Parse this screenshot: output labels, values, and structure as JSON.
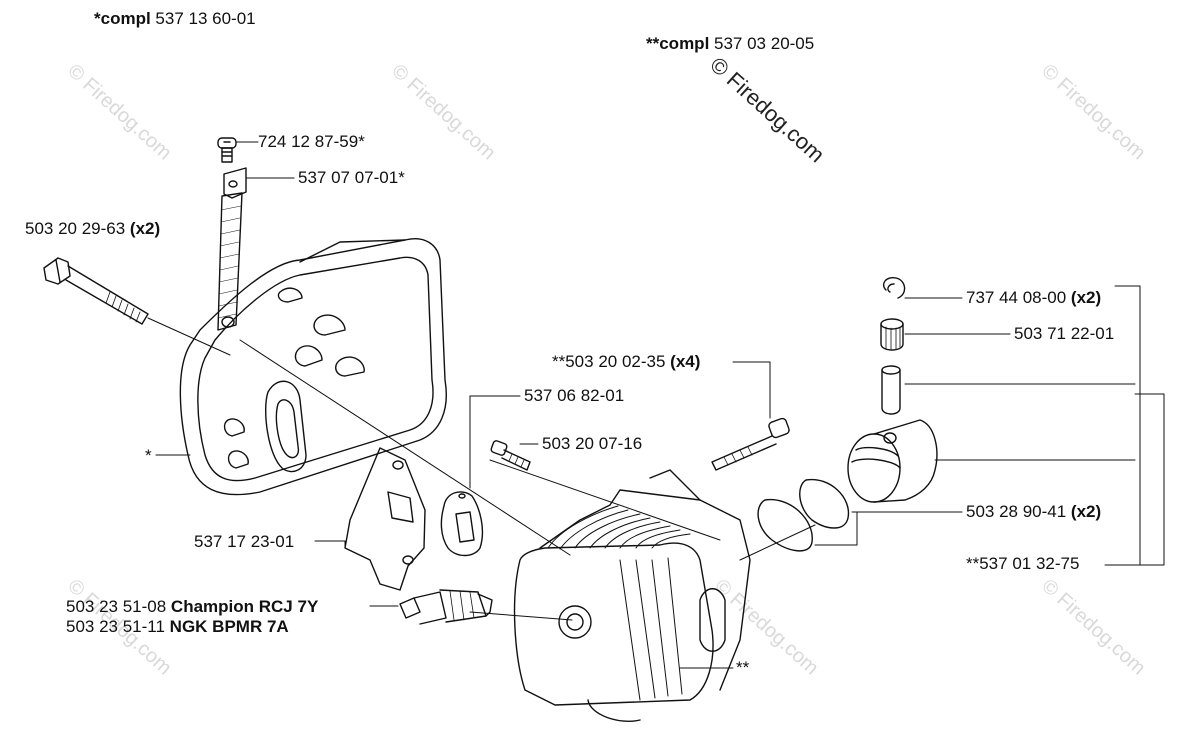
{
  "header": {
    "compl_a_prefix": "*compl",
    "compl_a_number": " 537 13 60-01",
    "compl_b_prefix": "**compl",
    "compl_b_number": " 537 03 20-05"
  },
  "watermark": "© Firedog.com",
  "callouts": {
    "screw_top": "724 12 87-59*",
    "plate_top": "537 07 07-01*",
    "bolt_long": "503 20 29-63 ",
    "bolt_long_qty": "(x2)",
    "muffler_star": "*",
    "circlip": "737 44 08-00 ",
    "circlip_qty": "(x2)",
    "bearing": "503 71 22-01",
    "bolt_cyl": "**503 20 02-35 ",
    "bolt_cyl_qty": "(x4)",
    "gasket": "537 06 82-01",
    "screw_mid": "503 20 07-16",
    "rings": "503 28 90-41 ",
    "rings_qty": "(x2)",
    "bracket": "537 17 23-01",
    "piston_kit": "**537 01 32-75",
    "plug_champion_num": "503 23 51-08 ",
    "plug_champion_name": "Champion RCJ 7Y",
    "plug_ngk_num": "503 23 51-11 ",
    "plug_ngk_name": "NGK BPMR 7A",
    "cylinder_star": "**"
  }
}
